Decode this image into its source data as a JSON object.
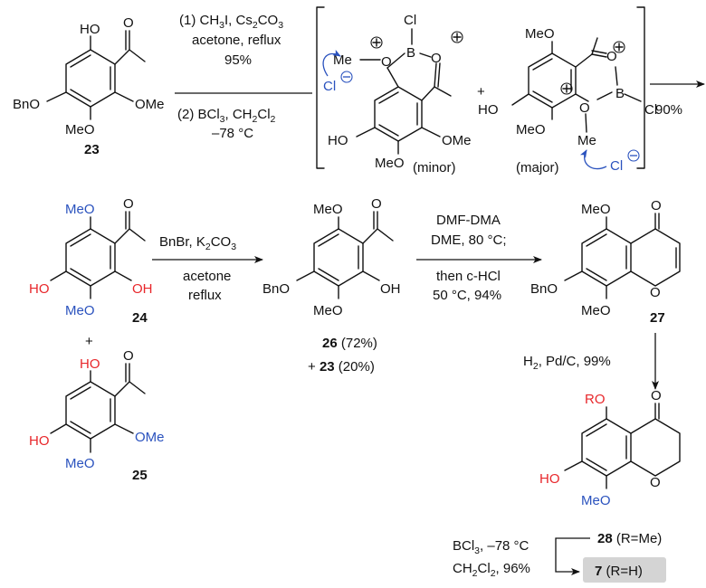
{
  "reactions": {
    "step1_conditions_a": "(1) CH3I, Cs2CO3",
    "step1_conditions_b": "acetone, reflux",
    "step1_yield": "95%",
    "step1_conditions_c": "(2) BCl3, CH2Cl2",
    "step1_temp": "–78 °C",
    "step2_yield": "90%",
    "step3_reagent": "BnBr, K2CO3",
    "step3_solvent": "acetone",
    "step3_cond": "reflux",
    "step4_a": "DMF-DMA",
    "step4_b": "DME, 80 °C;",
    "step4_c": "then c-HCl",
    "step4_d": "50 °C, 94%",
    "step5": "H2, Pd/C, 99%",
    "step6_a": "BCl3, –78 °C",
    "step6_b": "CH2Cl2, 96%"
  },
  "intermediates": {
    "minor_label": "(minor)",
    "major_label": "(major)",
    "plus": "+"
  },
  "compounds": {
    "c23": "23",
    "c24": "24",
    "c25": "25",
    "c26": "26",
    "c26_yield": "(72%)",
    "c23_plus": "+",
    "c23_yield": "(20%)",
    "c27": "27",
    "c28": "28",
    "c28_r": "(R=Me)",
    "c7": "7",
    "c7_r": "(R=H)",
    "plus_24_25": "+"
  },
  "atoms": {
    "HO": "HO",
    "OH": "OH",
    "OMe": "OMe",
    "MeO": "MeO",
    "BnO": "BnO",
    "RO": "RO",
    "O": "O",
    "B": "B",
    "Cl": "Cl",
    "Me": "Me",
    "Cl_minus": "Cl"
  },
  "colors": {
    "methoxy": "#2a52be",
    "hydroxy": "#e8272b",
    "highlight_box": "#d4d4d4"
  }
}
